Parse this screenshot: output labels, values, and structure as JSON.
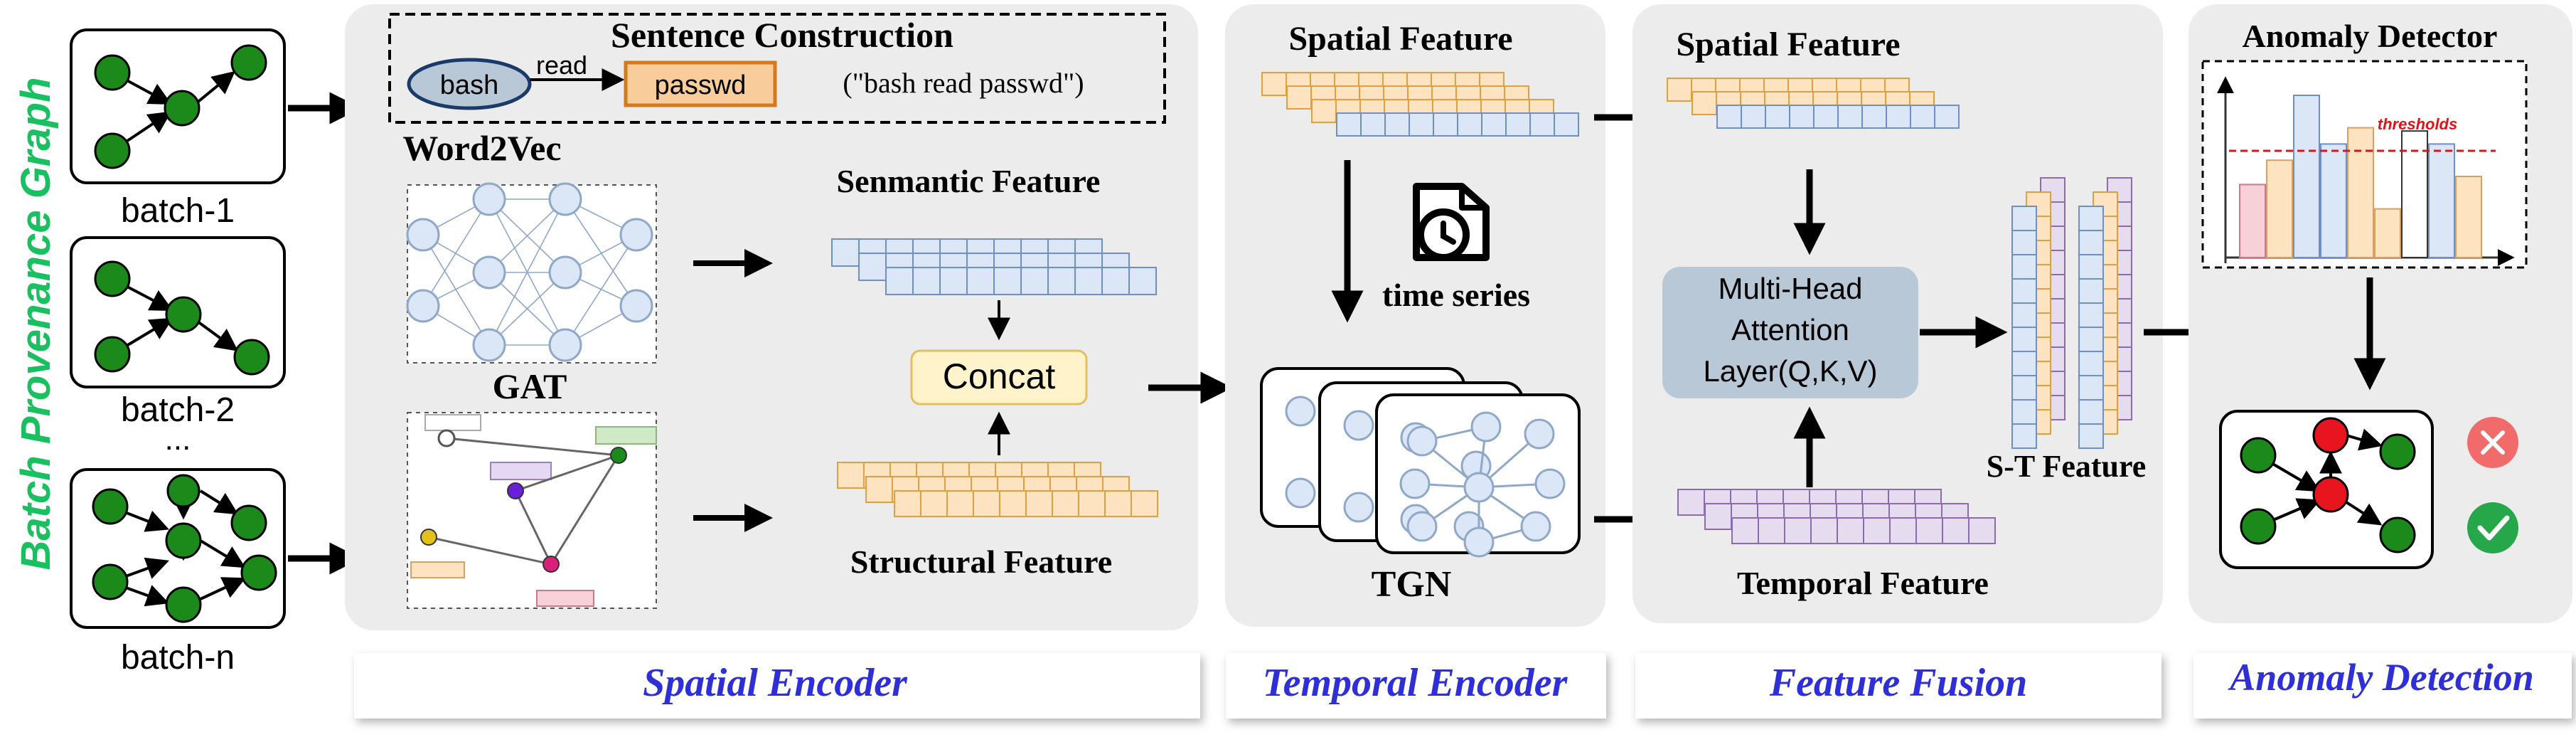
{
  "vertical_title": "Batch Provenance Graph",
  "batches": [
    "batch-1",
    "batch-2",
    "...",
    "batch-n"
  ],
  "spatial_encoder": {
    "sentence_title": "Sentence Construction",
    "bash": "bash",
    "read": "read",
    "passwd": "passwd",
    "sentence": "(\"bash read passwd\")",
    "word2vec": "Word2Vec",
    "gat": "GAT",
    "semantic": "Senmantic Feature",
    "concat": "Concat",
    "structural": "Structural Feature"
  },
  "temporal_encoder": {
    "spatial": "Spatial Feature",
    "time_series": "time series",
    "tgn": "TGN"
  },
  "feature_fusion": {
    "spatial": "Spatial Feature",
    "attn_l1": "Multi-Head",
    "attn_l2": "Attention",
    "attn_l3": "Layer(Q,K,V)",
    "st": "S-T Feature",
    "temporal": "Temporal Feature"
  },
  "anomaly_detection": {
    "title": "Anomaly Detector",
    "thresholds": "thresholds",
    "bars": [
      0.45,
      0.6,
      1.0,
      0.7,
      0.8,
      0.3,
      0.78,
      0.7,
      0.5
    ]
  },
  "section_labels": [
    "Spatial Encoder",
    "Temporal Encoder",
    "Feature Fusion",
    "Anomaly Detection"
  ],
  "colors": {
    "node_green": "#1b8a1b",
    "node_red": "#e8141e",
    "panel": "#ececec",
    "orange": "#fde3bf",
    "blue": "#dbe7f7",
    "purple": "#e6dcef",
    "label_blue": "#2f2fd8",
    "title_green": "#18c060",
    "attention": "#b8c8d6",
    "threshold": "#e0121a"
  }
}
